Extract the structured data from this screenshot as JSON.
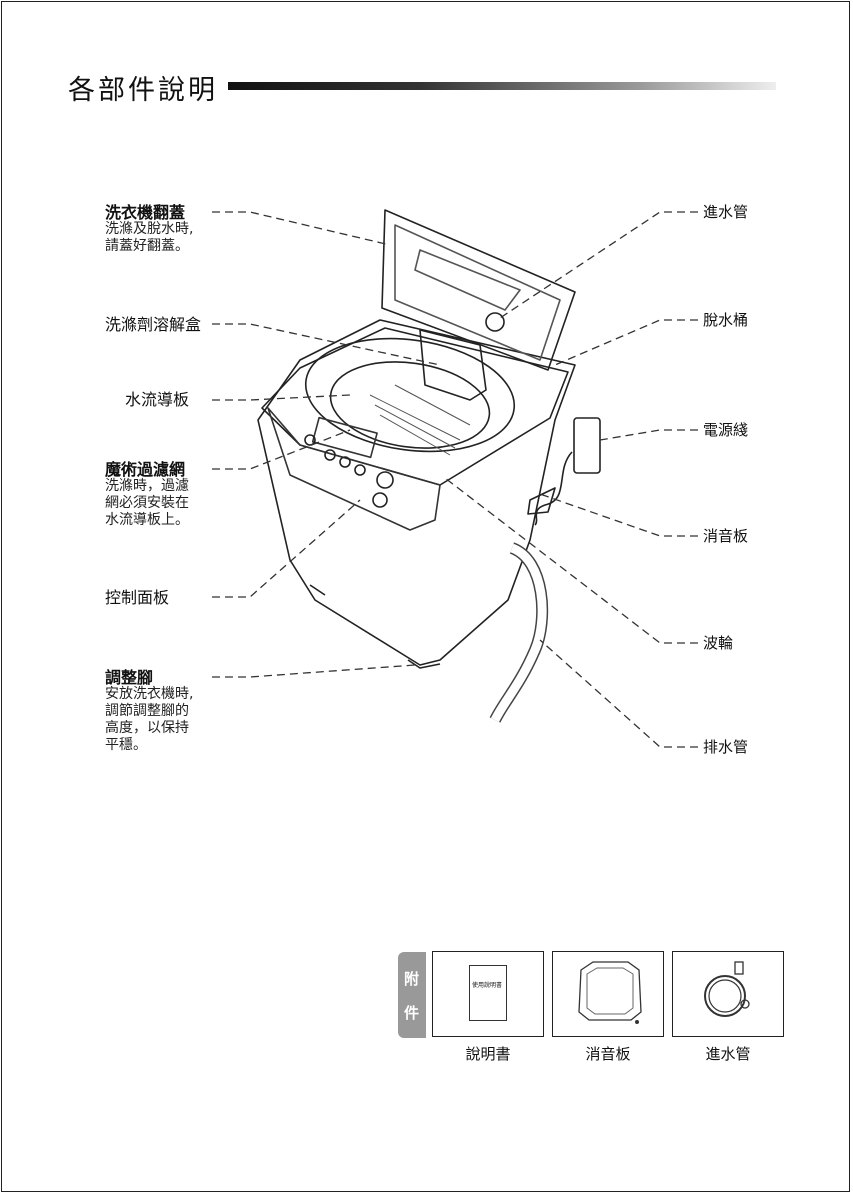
{
  "title": "各部件說明",
  "left_labels": [
    {
      "head": "洗衣機翻蓋",
      "desc": [
        "洗滌及脫水時,",
        "請蓋好翻蓋。"
      ]
    },
    {
      "head": "洗滌劑溶解盒",
      "desc": []
    },
    {
      "head": "水流導板",
      "desc": []
    },
    {
      "head": "魔術過濾網",
      "desc": [
        "洗滌時，過濾",
        "網必須安裝在",
        "水流導板上。"
      ]
    },
    {
      "head": "控制面板",
      "desc": []
    },
    {
      "head": "調整腳",
      "desc": [
        "安放洗衣機時,",
        "調節調整腳的",
        "高度，以保持",
        "平穩。"
      ]
    }
  ],
  "right_labels": [
    "進水管",
    "脫水桶",
    "電源綫",
    "消音板",
    "波輪",
    "排水管"
  ],
  "accessories": {
    "tab_chars": [
      "附",
      "件"
    ],
    "items": [
      "說明書",
      "消音板",
      "進水管"
    ],
    "booklet_text": "使用說明書"
  }
}
